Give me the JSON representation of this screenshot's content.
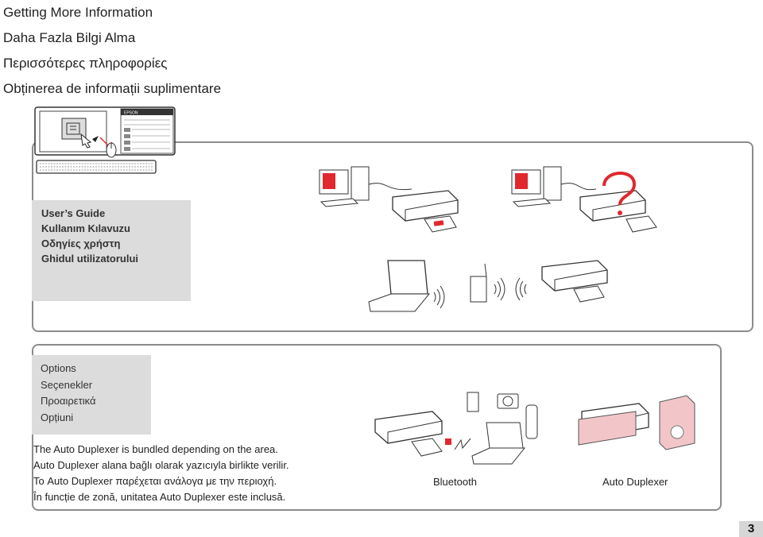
{
  "titles": [
    "Getting More Information",
    "Daha Fazla Bilgi Alma",
    "Περισσότερες πληροφορίες",
    "Obținerea de informații suplimentare"
  ],
  "guide_labels": [
    "User’s Guide",
    "Kullanım Kılavuzu",
    "Οδηγίες χρήστη",
    "Ghidul utilizatorului"
  ],
  "options_labels": [
    "Options",
    "Seçenekler",
    "Προαιρετικά",
    "Opțiuni"
  ],
  "description": [
    "The Auto Duplexer is bundled depending on the area.",
    "Auto Duplexer alana bağlı olarak yazıcıyla birlikte verilir.",
    "Το Auto Duplexer παρέχεται ανάλογα με την περιοχή.",
    "În funcție de zonă, unitatea Auto Duplexer este inclusă."
  ],
  "captions": {
    "bluetooth": "Bluetooth",
    "auto_duplexer": "Auto Duplexer"
  },
  "screen_logo": "EPSON",
  "page_number": "3",
  "colors": {
    "panel_border": "#8c8c8c",
    "label_fill": "#dcdcdc",
    "accent_red": "#e0282e",
    "duplexer_pink": "#f2c6c9",
    "page_tab": "#d6d6d6"
  }
}
